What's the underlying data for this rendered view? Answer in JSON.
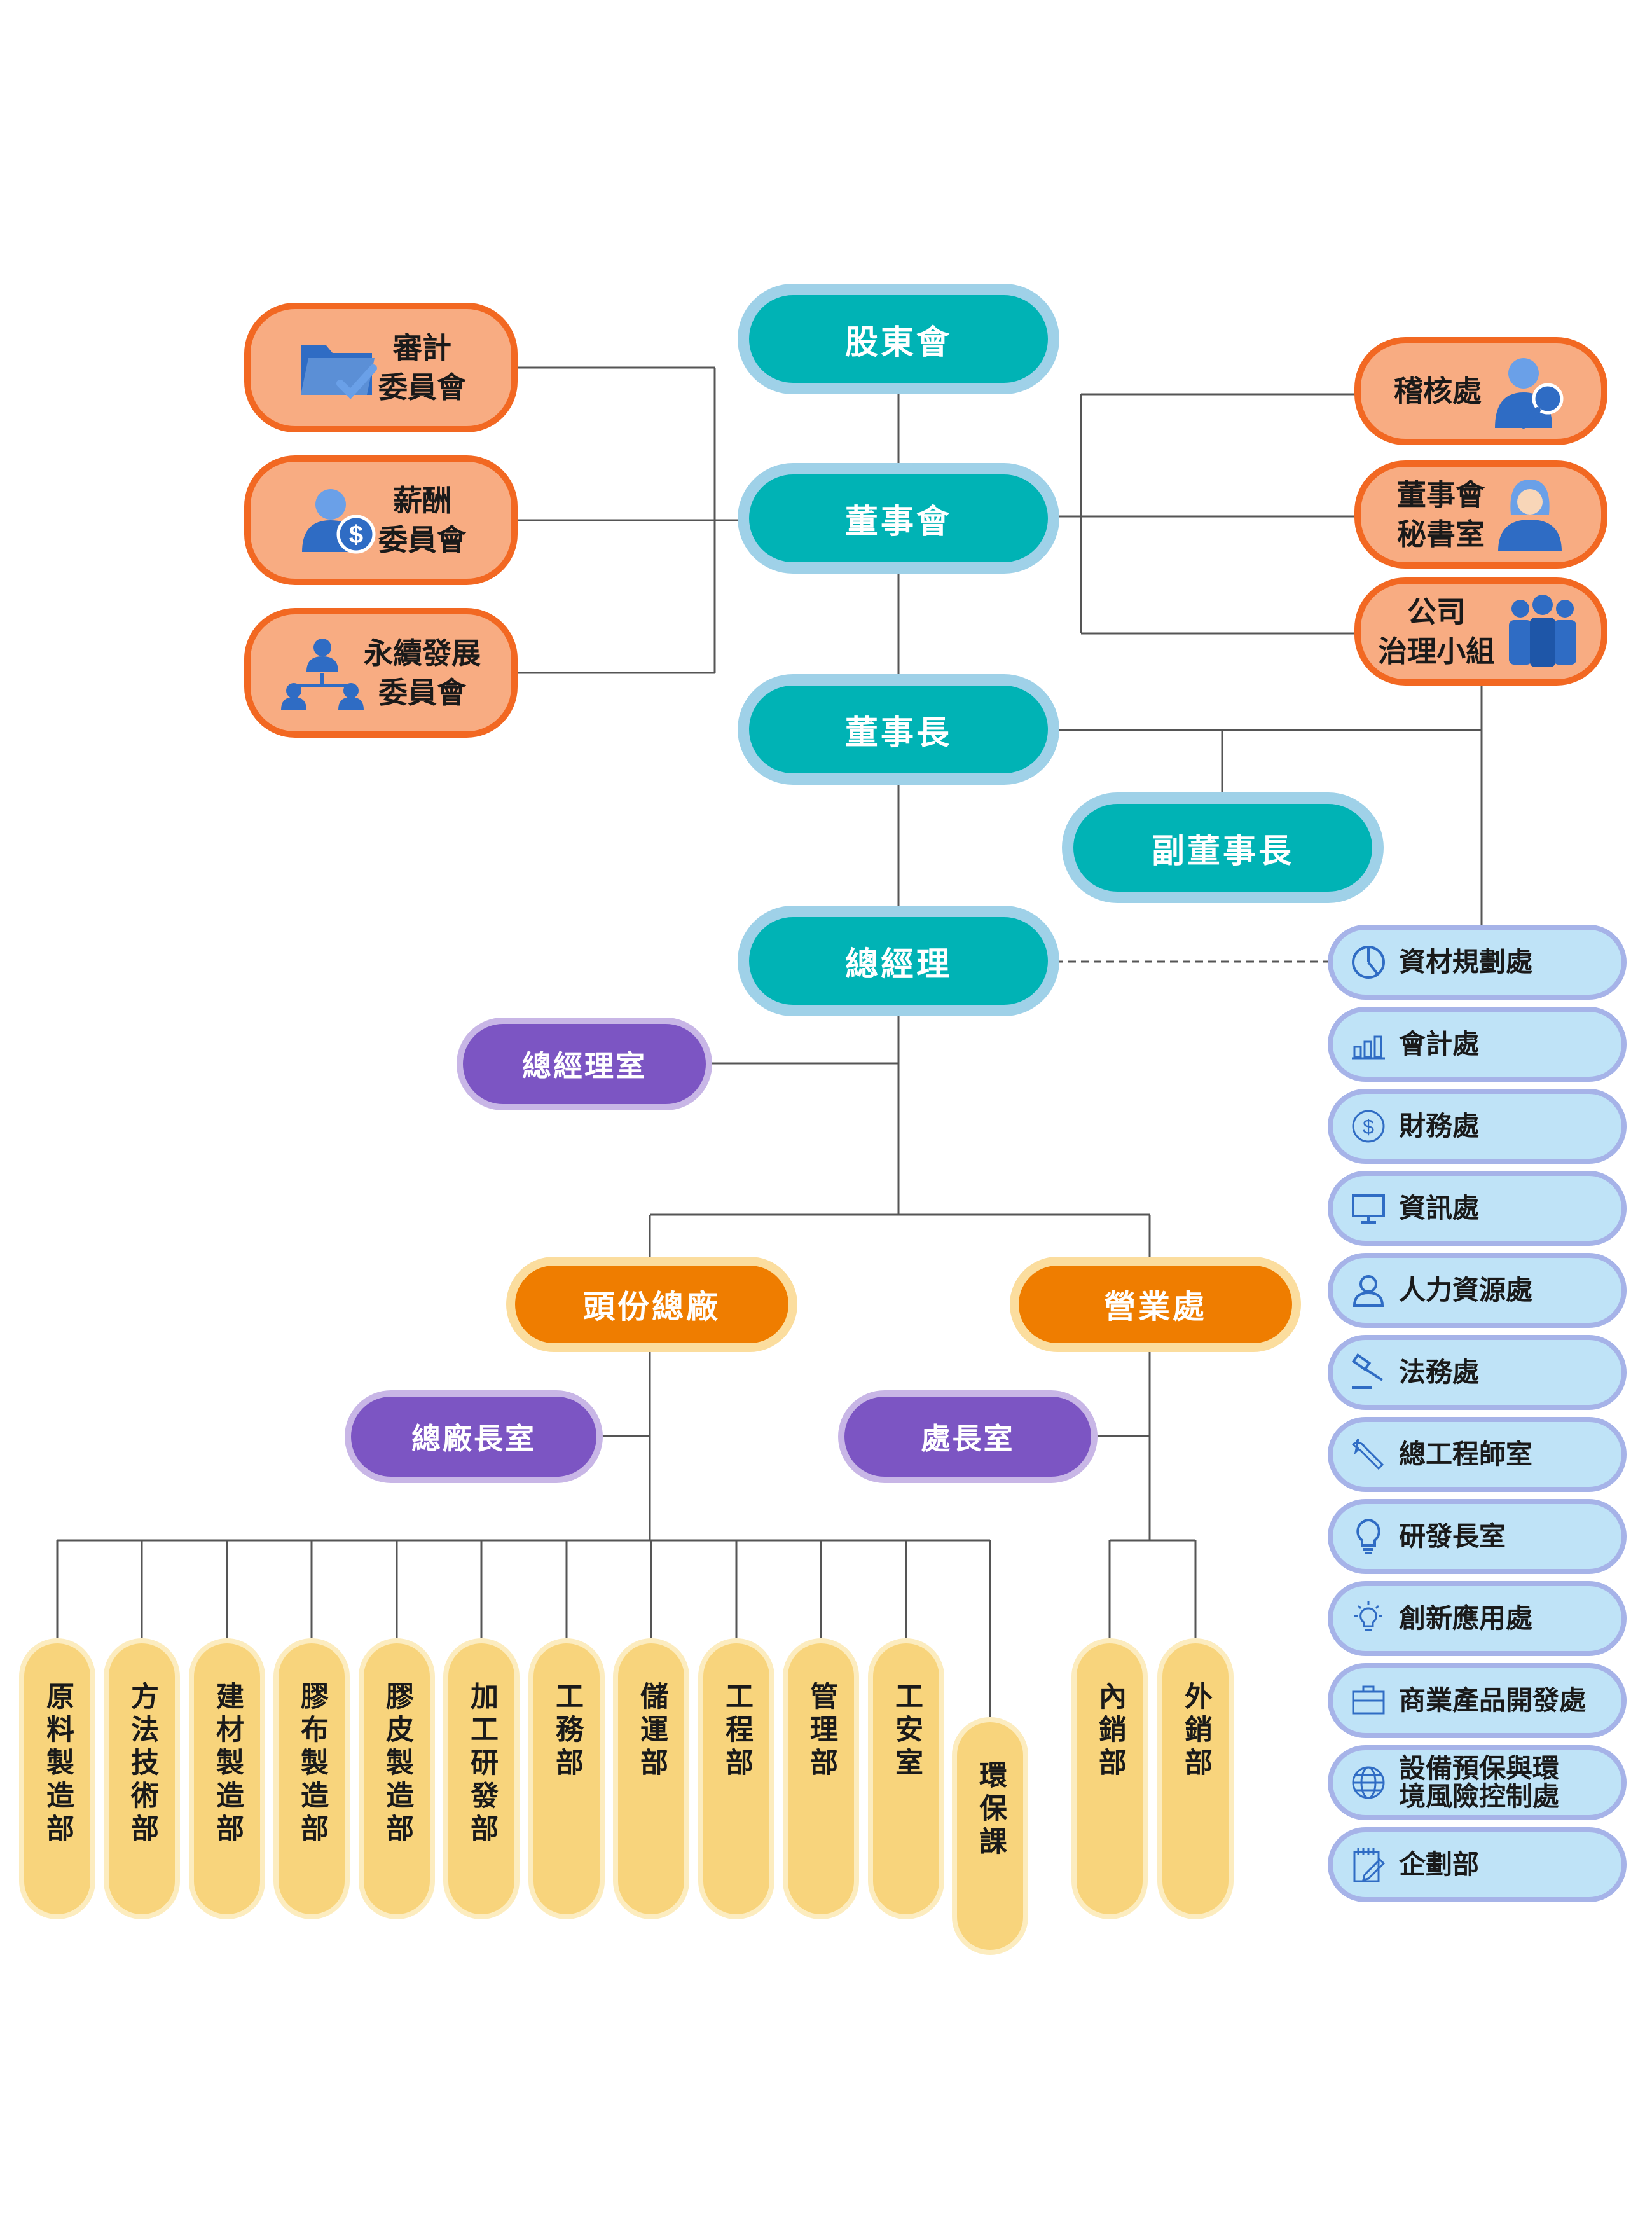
{
  "colors": {
    "teal_fill": "#00b3b5",
    "teal_border": "#9fd1e8",
    "committee_fill": "#f8ac82",
    "committee_border": "#f26822",
    "purple_fill": "#7c55c3",
    "purple_border": "#c8b6e6",
    "orange_fill": "#ef7d00",
    "orange_border": "#fbdd9e",
    "dept_fill": "#f8d47c",
    "dept_border": "#fcecbf",
    "side_fill": "#bfe3f7",
    "side_border": "#a6b3e8",
    "icon_blue": "#2f6cc4",
    "line": "#555555"
  },
  "main_chain": {
    "shareholders": "股東會",
    "board": "董事會",
    "chairman": "董事長",
    "vice_chairman": "副董事長",
    "president": "總經理"
  },
  "left_committees": [
    {
      "label": "審計\n委員會",
      "icon": "folder-check-icon"
    },
    {
      "label": "薪酬\n委員會",
      "icon": "person-dollar-icon"
    },
    {
      "label": "永續發展\n委員會",
      "icon": "team-hierarchy-icon"
    }
  ],
  "right_units": [
    {
      "label": "稽核處",
      "icon": "person-magnifier-icon"
    },
    {
      "label": "董事會\n秘書室",
      "icon": "secretary-icon"
    },
    {
      "label": "公司\n治理小組",
      "icon": "group-icon"
    }
  ],
  "offices": {
    "president_office": "總經理室",
    "plant_head_office": "總廠長室",
    "division_head_office": "處長室"
  },
  "divisions": {
    "toufen_plant": "頭份總廠",
    "sales_division": "營業處"
  },
  "plant_departments": [
    "原料製造部",
    "方法技術部",
    "建材製造部",
    "膠布製造部",
    "膠皮製造部",
    "加工研發部",
    "工務部",
    "儲運部",
    "工程部",
    "管理部",
    "工安室",
    "環保課"
  ],
  "sales_departments": [
    "內銷部",
    "外銷部"
  ],
  "staff_units": [
    {
      "label": "資材規劃處",
      "icon": "pie-chart-icon"
    },
    {
      "label": "會計處",
      "icon": "bar-chart-icon"
    },
    {
      "label": "財務處",
      "icon": "dollar-circle-icon"
    },
    {
      "label": "資訊處",
      "icon": "monitor-icon"
    },
    {
      "label": "人力資源處",
      "icon": "person-outline-icon"
    },
    {
      "label": "法務處",
      "icon": "gavel-icon"
    },
    {
      "label": "總工程師室",
      "icon": "wrench-icon"
    },
    {
      "label": "研發長室",
      "icon": "lightbulb-icon"
    },
    {
      "label": "創新應用處",
      "icon": "idea-bulb-icon"
    },
    {
      "label": "商業產品開發處",
      "icon": "briefcase-icon"
    },
    {
      "label": "設備預保與環\n境風險控制處",
      "icon": "globe-icon"
    },
    {
      "label": "企劃部",
      "icon": "notepad-pencil-icon"
    }
  ]
}
